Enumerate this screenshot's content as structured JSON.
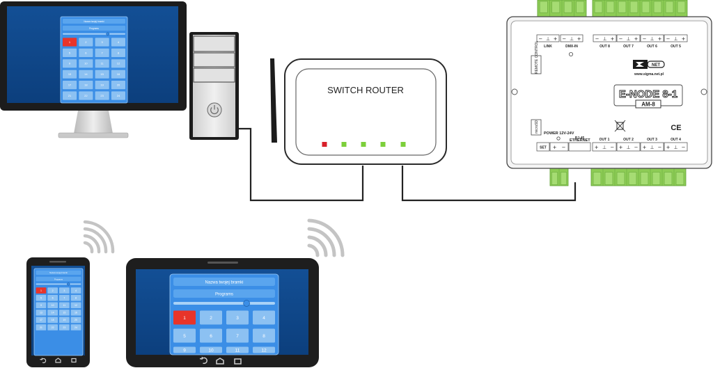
{
  "router": {
    "title": "SWITCH ROUTER",
    "led_colors": [
      "#d8202a",
      "#7ccf3a",
      "#7ccf3a",
      "#7ccf3a",
      "#7ccf3a"
    ]
  },
  "gateway_ui": {
    "title": "Nazwa twojej bramki",
    "programs_label": "Programs",
    "buttons": [
      "1",
      "2",
      "3",
      "4",
      "5",
      "6",
      "7",
      "8",
      "9",
      "10",
      "11",
      "12",
      "13",
      "14",
      "15",
      "16",
      "17",
      "18",
      "19",
      "20",
      "21",
      "22",
      "23",
      "24"
    ],
    "active_index": 0,
    "slider_value": 0.72
  },
  "node": {
    "model": "E-NODE 8-1",
    "submodel": "AM-8",
    "brand": "NET",
    "website": "www.sigma.net.pl",
    "ce_mark": "CE",
    "side_labels": {
      "remote": "REMOTE CONTROL",
      "microsd": "microSD"
    },
    "top_labels": [
      "LINK",
      "DMX-IN",
      "OUT 8",
      "OUT 7",
      "OUT 6",
      "OUT 5"
    ],
    "bottom_labels": [
      "SET",
      "RJ-45",
      "OUT 1",
      "OUT 2",
      "OUT 3",
      "OUT 4"
    ],
    "power_label": "POWER 12V-24V",
    "ethernet_label": "ETHERNET",
    "pin_signs": [
      "−",
      "⊥",
      "+"
    ],
    "power_pins": [
      "+",
      "−"
    ]
  },
  "colors": {
    "screen_blue": "#0d4a8f",
    "panel_blue": "#3b8ee6",
    "button_blue": "#8cc1f2",
    "active_red": "#e8342a",
    "terminal_green": "#8dcc55",
    "cable": "#222222"
  }
}
